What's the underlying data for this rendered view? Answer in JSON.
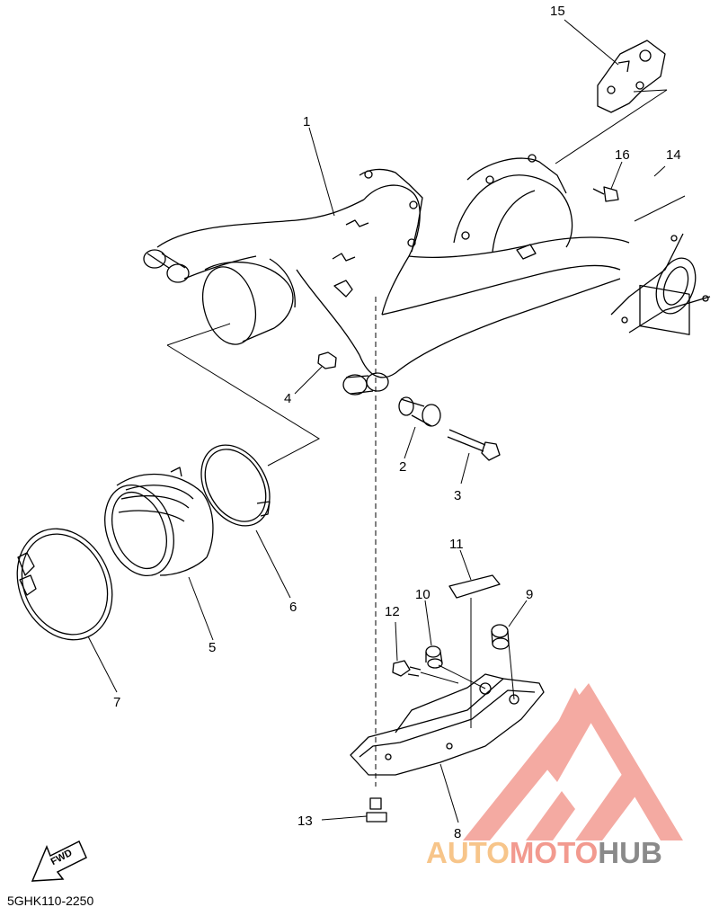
{
  "callouts": {
    "c1": "1",
    "c2": "2",
    "c3": "3",
    "c4": "4",
    "c5": "5",
    "c6": "6",
    "c7": "7",
    "c8": "8",
    "c9": "9",
    "c10": "10",
    "c11": "11",
    "c12": "12",
    "c13": "13",
    "c14": "14",
    "c15": "15",
    "c16": "16"
  },
  "diagram_code": "5GHK110-2250",
  "fwd_label": "FWD",
  "watermark": {
    "part1": "AUTO",
    "part2": "MOTO",
    "part3": "HUB",
    "colors": {
      "auto": "#f7c58a",
      "moto": "#f29a8f",
      "hub": "#8a8a8a",
      "logo": "#f39c92"
    }
  },
  "line_color": "#000000"
}
